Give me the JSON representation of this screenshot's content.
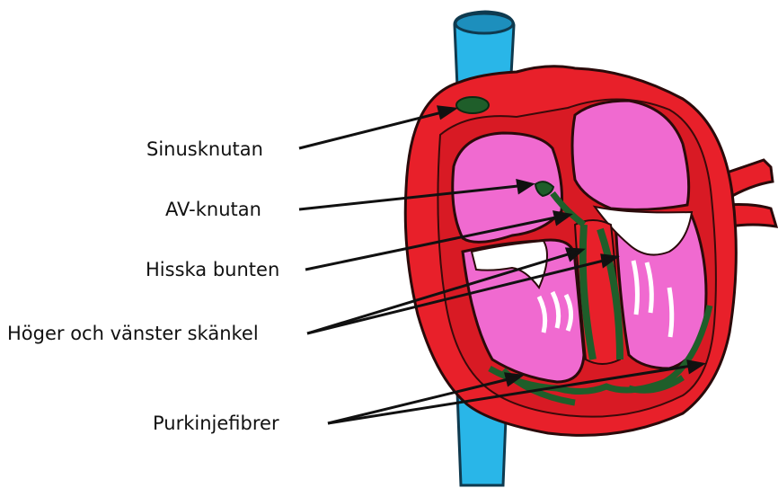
{
  "labels": {
    "sinus": "Sinusknutan",
    "av": "AV-knutan",
    "his": "Hisska bunten",
    "branches": "Höger och vänster skänkel",
    "purkinje": "Purkinjefibrer"
  },
  "colors": {
    "vessel": "#29b6e8",
    "myocardium": "#e8202a",
    "chamber": "#f06ad0",
    "conduction": "#1f5e2a",
    "arrow": "#111111",
    "text": "#111111"
  }
}
